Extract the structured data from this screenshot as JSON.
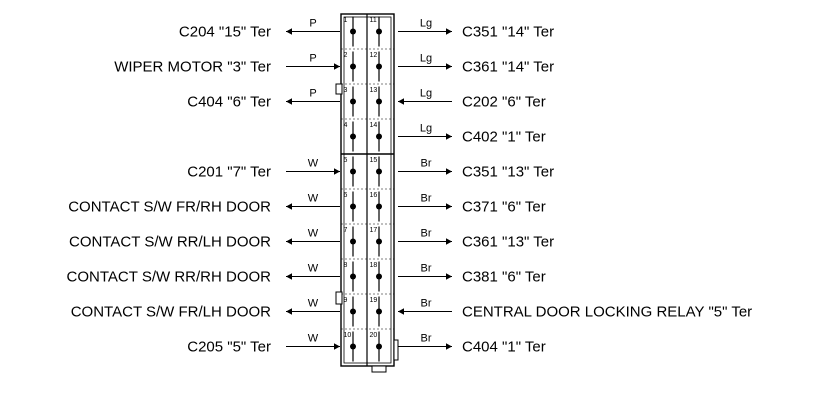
{
  "left_labels": [
    {
      "pin": 1,
      "text": "C204 \"15\" Ter",
      "wire": "P",
      "dir": "out"
    },
    {
      "pin": 2,
      "text": "WIPER MOTOR \"3\"  Ter",
      "wire": "P",
      "dir": "in"
    },
    {
      "pin": 3,
      "text": "C404 \"6\" Ter",
      "wire": "P",
      "dir": "out"
    },
    {
      "pin": 5,
      "text": "C201 \"7\" Ter",
      "wire": "W",
      "dir": "in"
    },
    {
      "pin": 6,
      "text": "CONTACT S/W FR/RH DOOR",
      "wire": "W",
      "dir": "out"
    },
    {
      "pin": 7,
      "text": "CONTACT S/W RR/LH DOOR",
      "wire": "W",
      "dir": "out"
    },
    {
      "pin": 8,
      "text": "CONTACT S/W RR/RH DOOR",
      "wire": "W",
      "dir": "out"
    },
    {
      "pin": 9,
      "text": "CONTACT S/W FR/LH DOOR",
      "wire": "W",
      "dir": "out"
    },
    {
      "pin": 10,
      "text": "C205 \"5\" Ter",
      "wire": "W",
      "dir": "in"
    }
  ],
  "right_labels": [
    {
      "pin": 11,
      "text": "C351 \"14\" Ter",
      "wire": "Lg",
      "dir": "out"
    },
    {
      "pin": 12,
      "text": "C361 \"14\" Ter",
      "wire": "Lg",
      "dir": "out"
    },
    {
      "pin": 13,
      "text": "C202 \"6\" Ter",
      "wire": "Lg",
      "dir": "in"
    },
    {
      "pin": 14,
      "text": "C402 \"1\" Ter",
      "wire": "Lg",
      "dir": "out"
    },
    {
      "pin": 15,
      "text": "C351 \"13\" Ter",
      "wire": "Br",
      "dir": "out"
    },
    {
      "pin": 16,
      "text": "C371 \"6\" Ter",
      "wire": "Br",
      "dir": "out"
    },
    {
      "pin": 17,
      "text": "C361 \"13\" Ter",
      "wire": "Br",
      "dir": "out"
    },
    {
      "pin": 18,
      "text": "C381 \"6\" Ter",
      "wire": "Br",
      "dir": "out"
    },
    {
      "pin": 19,
      "text": "CENTRAL DOOR LOCKING RELAY \"5\" Ter",
      "wire": "Br",
      "dir": "in"
    },
    {
      "pin": 20,
      "text": "C404 \"1\" Ter",
      "wire": "Br",
      "dir": "out"
    }
  ],
  "pin_numbers_left": [
    "1",
    "2",
    "3",
    "4",
    "5",
    "6",
    "7",
    "8",
    "9",
    "10"
  ],
  "pin_numbers_right": [
    "11",
    "12",
    "13",
    "14",
    "15",
    "16",
    "17",
    "18",
    "19",
    "20"
  ]
}
